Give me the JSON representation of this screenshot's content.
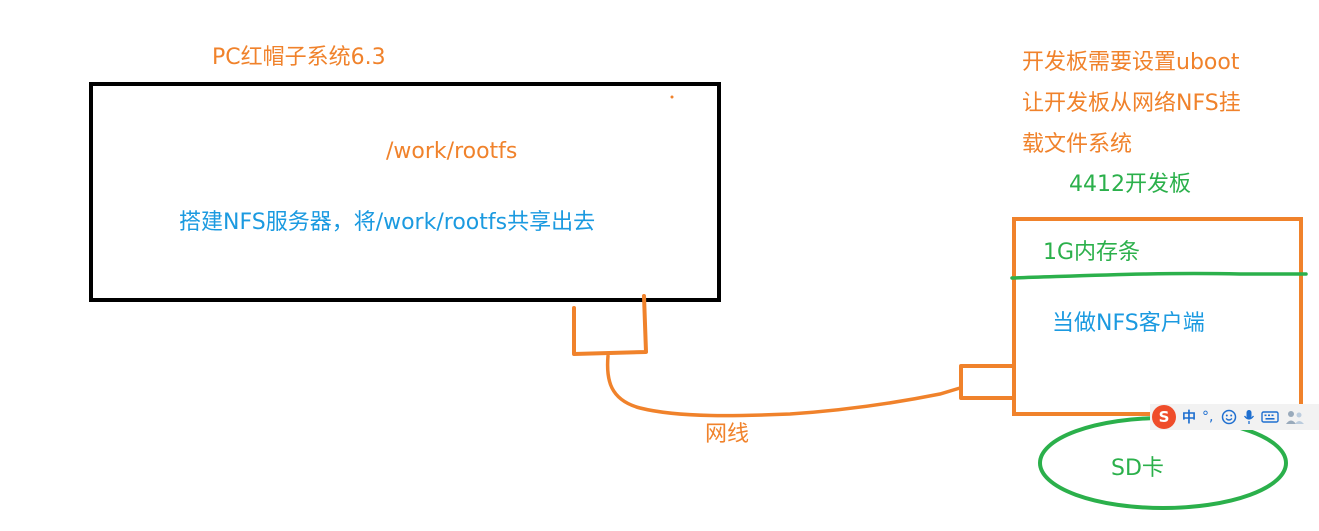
{
  "pc": {
    "title": "PC红帽子系统6.3",
    "path": "/work/rootfs",
    "nfs_server": "搭建NFS服务器，将/work/rootfs共享出去"
  },
  "board": {
    "note_line1": "开发板需要设置uboot",
    "note_line2": "让开发板从网络NFS挂",
    "note_line3": "载文件系统",
    "title": "4412开发板",
    "memory": "1G内存条",
    "nfs_client": "当做NFS客户端",
    "sd_card": "SD卡"
  },
  "cable": {
    "label": "网线"
  },
  "ime_toolbar": {
    "logo": "S",
    "lang": "中",
    "punct": "°,",
    "emoji_icon": "smiley-icon",
    "mic_icon": "microphone-icon",
    "keyboard_icon": "keyboard-icon",
    "more_icon": "more-icon"
  },
  "colors": {
    "orange": "#f0822b",
    "blue": "#1b9ae0",
    "green": "#2bb04b",
    "black": "#000000"
  }
}
